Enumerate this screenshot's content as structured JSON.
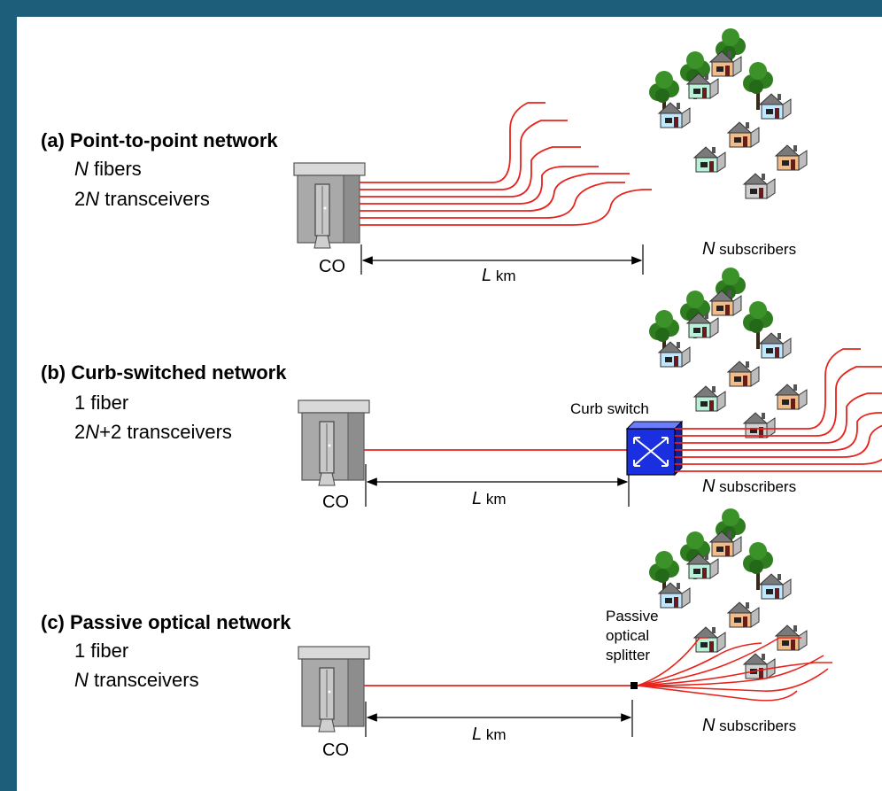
{
  "diagram": {
    "sections": [
      {
        "title": "(a) Point-to-point network",
        "line1_var": "N",
        "line1_text": " fibers",
        "line2_pre": "2",
        "line2_var": "N",
        "line2_text": " transceivers",
        "co_label": "CO",
        "distance_var": "L",
        "distance_unit": " km",
        "subscribers_var": "N",
        "subscribers_text": " subscribers"
      },
      {
        "title": "(b) Curb-switched network",
        "line1_text": "1 fiber",
        "line2_pre": "2",
        "line2_var": "N",
        "line2_text": "+2 transceivers",
        "co_label": "CO",
        "device_label": "Curb switch",
        "distance_var": "L",
        "distance_unit": " km",
        "subscribers_var": "N",
        "subscribers_text": " subscribers"
      },
      {
        "title": "(c) Passive optical network",
        "line1_text": "1 fiber",
        "line2_var": "N",
        "line2_text": " transceivers",
        "co_label": "CO",
        "device_label_1": "Passive",
        "device_label_2": "optical",
        "device_label_3": "splitter",
        "distance_var": "L",
        "distance_unit": " km",
        "subscribers_var": "N",
        "subscribers_text": " subscribers"
      }
    ],
    "colors": {
      "background": "#1d5e7a",
      "fiber": "#e8231c",
      "switch": "#1a2fe0",
      "tree": "#2e7d1e",
      "cabinet": "#9e9e9e"
    }
  }
}
